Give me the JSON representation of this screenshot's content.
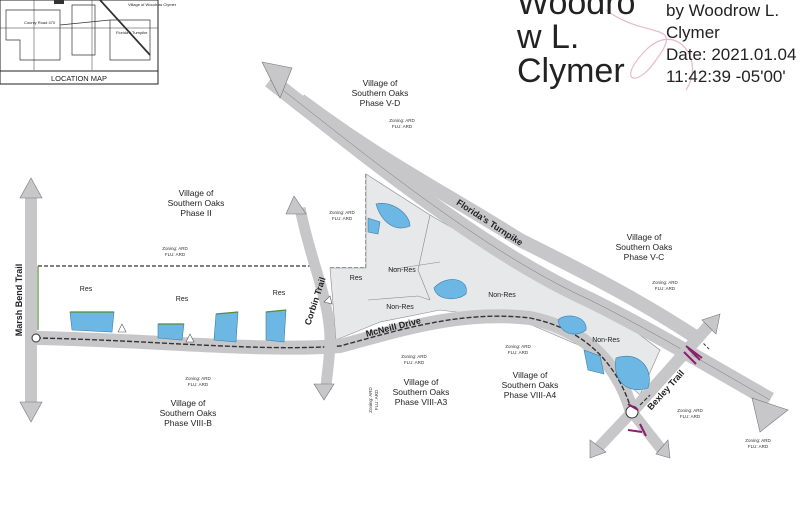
{
  "inset": {
    "title": "LOCATION MAP",
    "labels": [
      "County Road 470",
      "Florida's Turnpike",
      "Village of Woodrow Clymer"
    ]
  },
  "villages": [
    {
      "name_line1": "Village of",
      "name_line2": "Southern Oaks",
      "name_line3": "Phase V-D",
      "zoning": "Zoning: ARD",
      "flu": "FLU: ARD"
    },
    {
      "name_line1": "Village of",
      "name_line2": "Southern Oaks",
      "name_line3": "Phase II",
      "zoning": "Zoning: ARD",
      "flu": "FLU: ARD"
    },
    {
      "name_line1": "Village of",
      "name_line2": "Southern Oaks",
      "name_line3": "Phase V-C",
      "zoning": "Zoning: ARD",
      "flu": "FLU: ARD"
    },
    {
      "name_line1": "Village of",
      "name_line2": "Southern Oaks",
      "name_line3": "Phase VIII-B",
      "zoning": "Zoning: ARD",
      "flu": "FLU: ARD"
    },
    {
      "name_line1": "Village of",
      "name_line2": "Southern Oaks",
      "name_line3": "Phase VIII-A3",
      "zoning": "Zoning: ARD",
      "flu": "FLU: ARD"
    },
    {
      "name_line1": "Village of",
      "name_line2": "Southern Oaks",
      "name_line3": "Phase VIII-A4",
      "zoning": "Zoning: ARD",
      "flu": "FLU: ARD"
    }
  ],
  "extra_zoning": [
    {
      "zoning": "Zoning: ARD",
      "flu": "FLU: ARD"
    },
    {
      "zoning": "Zoning: ARD",
      "flu": "FLU: ARD"
    },
    {
      "zoning": "Zoning: ARD",
      "flu": "FLU: ARD"
    },
    {
      "zoning": "Zoning: ARD",
      "flu": "FLU: ARD"
    }
  ],
  "parcels": {
    "res": [
      "Res",
      "Res",
      "Res",
      "Res"
    ],
    "nonres": [
      "Non-Res",
      "Non-Res",
      "Non-Res",
      "Non-Res"
    ]
  },
  "roads": {
    "turnpike": "Florida's Turnpike",
    "mcneill": "McNeill Drive",
    "marsh_bend": "Marsh Bend Trail",
    "corbin": "Corbin Trail",
    "bexley": "Bexley Trail"
  },
  "signature": {
    "name": "Woodro\nw L.\nClymer",
    "by": "by Woodrow L.\nClymer\nDate: 2021.01.04\n11:42:39 -05'00'"
  },
  "colors": {
    "road": "#c7c7c9",
    "parcel": "#e7e8ea",
    "water": "#6cb7e4",
    "green_edge": "#5a8a3a",
    "marker": "#8a1f6e"
  }
}
